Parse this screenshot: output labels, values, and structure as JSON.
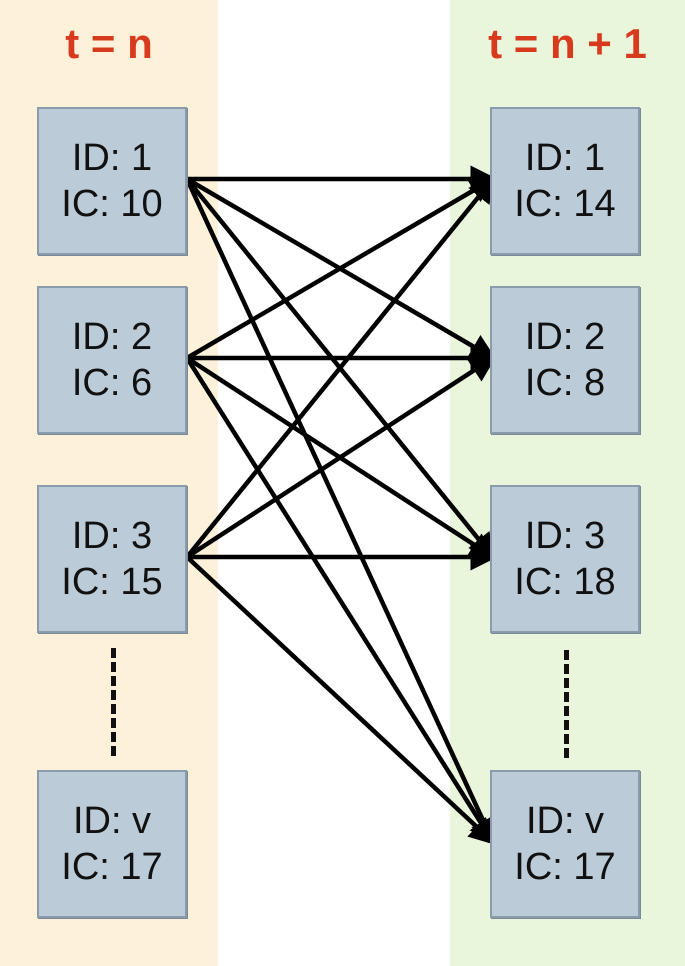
{
  "left_column": {
    "time_label": "t = n",
    "nodes": [
      {
        "id_text": "ID: 1",
        "ic_text": "IC: 10"
      },
      {
        "id_text": "ID: 2",
        "ic_text": "IC: 6"
      },
      {
        "id_text": "ID: 3",
        "ic_text": "IC: 15"
      },
      {
        "id_text": "ID: v",
        "ic_text": "IC: 17"
      }
    ]
  },
  "right_column": {
    "time_label": "t = n + 1",
    "nodes": [
      {
        "id_text": "ID: 1",
        "ic_text": "IC: 14"
      },
      {
        "id_text": "ID: 2",
        "ic_text": "IC: 8"
      },
      {
        "id_text": "ID: 3",
        "ic_text": "IC: 18"
      },
      {
        "id_text": "ID: v",
        "ic_text": "IC: 17"
      }
    ]
  },
  "edges": [
    {
      "from": 0,
      "to": 0
    },
    {
      "from": 0,
      "to": 1
    },
    {
      "from": 0,
      "to": 2
    },
    {
      "from": 0,
      "to": 3
    },
    {
      "from": 1,
      "to": 0
    },
    {
      "from": 1,
      "to": 1
    },
    {
      "from": 1,
      "to": 2
    },
    {
      "from": 1,
      "to": 3
    },
    {
      "from": 2,
      "to": 0
    },
    {
      "from": 2,
      "to": 1
    },
    {
      "from": 2,
      "to": 2
    },
    {
      "from": 2,
      "to": 3
    }
  ],
  "colors": {
    "left_background": "#fdf1d9",
    "right_background": "#e9f6dc",
    "node_fill": "#bccbd8",
    "label_red": "#d83a1e",
    "edge": "#000000"
  }
}
